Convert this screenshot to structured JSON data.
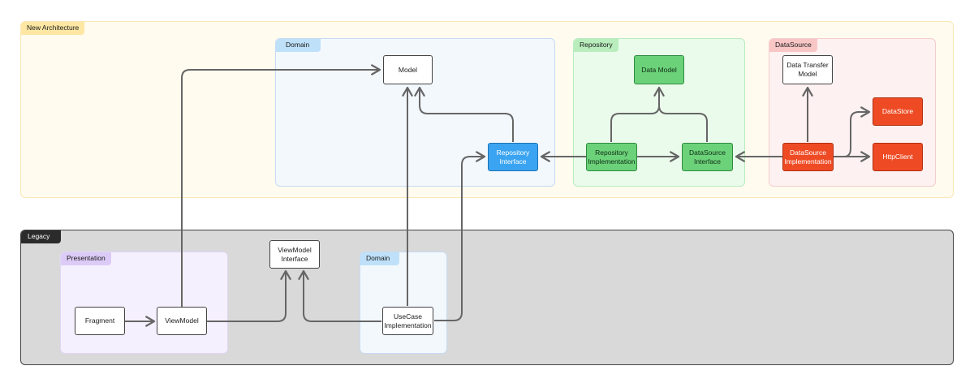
{
  "groups": {
    "new_arch": "New Architecture",
    "domain_new": "Domain",
    "repository": "Repository",
    "datasource": "DataSource",
    "legacy": "Legacy",
    "presentation": "Presentation",
    "domain_legacy": "Domain"
  },
  "nodes": {
    "model": "Model",
    "repo_interface": "Repository\nInterface",
    "data_model": "Data Model",
    "repo_impl": "Repository\nImplementation",
    "ds_interface": "DataSource\nInterface",
    "dto": "Data Transfer\nModel",
    "datastore": "DataStore",
    "ds_impl": "DataSource\nImplementation",
    "httpclient": "HttpClient",
    "fragment": "Fragment",
    "viewmodel": "ViewModel",
    "vm_interface": "ViewModel\nInterface",
    "usecase": "UseCase\nImplementation"
  },
  "colors": {
    "new_arch_bg": "#fffbef",
    "new_arch_border": "#fbe7b5",
    "new_arch_tag": "#fde7a3",
    "domain_bg": "#f3f8fd",
    "domain_border": "#c6dbf3",
    "domain_tag": "#bfe0f9",
    "repository_bg": "#eafbeb",
    "repository_border": "#b9ecbf",
    "repository_tag": "#b9edbd",
    "datasource_bg": "#fdf1f1",
    "datasource_border": "#f6cccc",
    "datasource_tag": "#f9c6c6",
    "legacy_bg": "#d9d9d9",
    "legacy_tag": "#2b2b2b",
    "presentation_bg": "#f5f0fd",
    "presentation_tag": "#dccbf7",
    "node_blue": "#3aa4f2",
    "node_green": "#6cd27a",
    "node_red": "#ee4b25",
    "arrow": "#666666"
  }
}
